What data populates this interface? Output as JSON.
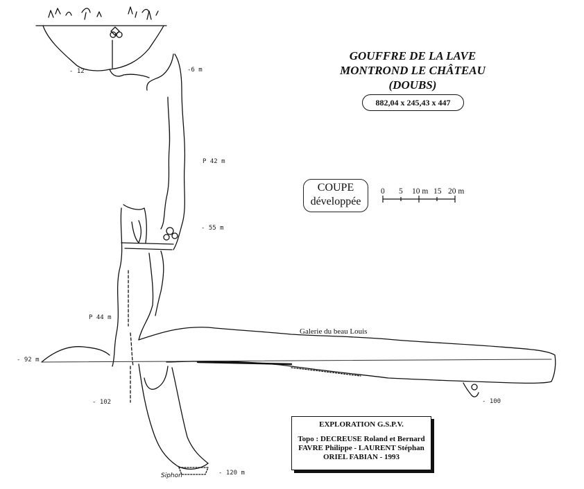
{
  "title": {
    "line1": "GOUFFRE DE LA LAVE",
    "line2": "MONTROND LE CHÂTEAU",
    "line3": "(DOUBS)"
  },
  "coordinates": "882,04 x 245,43 x 447",
  "section_label": {
    "line1": "COUPE",
    "line2": "développée"
  },
  "scale": {
    "ticks": [
      "0",
      "5",
      "10 m",
      "15",
      "20 m"
    ]
  },
  "labels": {
    "galerie": "Galerie du beau Louis",
    "siphon": "Siphon"
  },
  "depths": {
    "d12": "- 12",
    "d6": "-6 m",
    "p42": "P 42 m",
    "d55": "- 55 m",
    "p44": "P 44 m",
    "d92": "- 92 m",
    "d102": "- 102",
    "d100": "- 100",
    "d120": "- 120 m"
  },
  "exploration": {
    "heading": "EXPLORATION G.S.P.V.",
    "line1": "Topo : DECREUSE Roland et Bernard",
    "line2": "FAVRE Philippe - LAURENT Stéphan",
    "line3": "ORIEL FABIAN - 1993"
  }
}
